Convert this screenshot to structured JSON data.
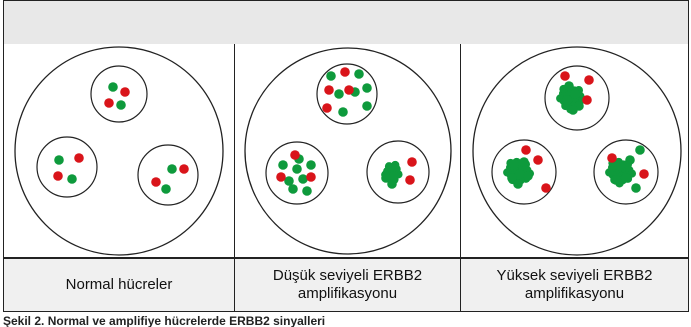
{
  "panels": [
    {
      "label": "Normal hücreler",
      "cells": [
        {
          "green": [
            [
              -6,
              -7
            ],
            [
              2,
              11
            ]
          ],
          "red": [
            [
              6,
              -2
            ],
            [
              -10,
              9
            ]
          ],
          "cluster": 0
        },
        {
          "green": [
            [
              -8,
              -7
            ],
            [
              5,
              12
            ]
          ],
          "red": [
            [
              -9,
              9
            ],
            [
              12,
              -9
            ]
          ],
          "cluster": 0
        },
        {
          "green": [
            [
              4,
              -6
            ],
            [
              -2,
              14
            ]
          ],
          "red": [
            [
              -12,
              7
            ],
            [
              16,
              -6
            ]
          ],
          "cluster": 0
        }
      ]
    },
    {
      "label": "Düşük seviyeli ERBB2\namplifikasyonu",
      "cells": [
        {
          "green": [
            [
              -16,
              -18
            ],
            [
              12,
              -20
            ],
            [
              -8,
              0
            ],
            [
              8,
              -2
            ],
            [
              20,
              -6
            ],
            [
              20,
              12
            ],
            [
              -4,
              18
            ]
          ],
          "red": [
            [
              -2,
              -22
            ],
            [
              -18,
              -4
            ],
            [
              -20,
              14
            ],
            [
              2,
              -4
            ]
          ],
          "cluster": 0
        },
        {
          "green": [
            [
              -14,
              -8
            ],
            [
              0,
              -4
            ],
            [
              14,
              -8
            ],
            [
              -8,
              8
            ],
            [
              6,
              6
            ],
            [
              -4,
              16
            ],
            [
              10,
              18
            ],
            [
              2,
              -14
            ]
          ],
          "red": [
            [
              -16,
              4
            ],
            [
              14,
              4
            ],
            [
              -2,
              -18
            ]
          ],
          "cluster": 0
        },
        {
          "green": [
            [
              -8,
              -4
            ],
            [
              -4,
              4
            ],
            [
              -12,
              6
            ],
            [
              -6,
              12
            ]
          ],
          "red": [
            [
              14,
              -10
            ],
            [
              12,
              8
            ]
          ],
          "cluster": 1
        }
      ]
    },
    {
      "label": "Yüksek seviyeli ERBB2\namplifikasyonu",
      "cells": [
        {
          "green": [
            [
              -8,
              -12
            ],
            [
              -2,
              -4
            ],
            [
              -10,
              2
            ],
            [
              2,
              8
            ],
            [
              -4,
              12
            ]
          ],
          "red": [
            [
              12,
              -18
            ],
            [
              10,
              2
            ],
            [
              -12,
              -22
            ]
          ],
          "cluster": 2
        },
        {
          "green": [
            [
              -10,
              -8
            ],
            [
              -4,
              2
            ],
            [
              -12,
              6
            ],
            [
              -6,
              12
            ],
            [
              0,
              -10
            ],
            [
              4,
              4
            ]
          ],
          "red": [
            [
              2,
              -22
            ],
            [
              22,
              16
            ],
            [
              14,
              -12
            ]
          ],
          "cluster": 2
        },
        {
          "green": [
            [
              -6,
              -6
            ],
            [
              0,
              6
            ],
            [
              -10,
              8
            ],
            [
              10,
              16
            ],
            [
              14,
              -22
            ],
            [
              4,
              -12
            ]
          ],
          "red": [
            [
              18,
              2
            ],
            [
              -14,
              -14
            ]
          ],
          "cluster": 2
        }
      ]
    }
  ],
  "colors": {
    "green": "#0e9a3c",
    "red": "#d9141a",
    "outline": "#222222",
    "header_bg": "#e8e8e8",
    "label_bg": "#f0f0f0"
  },
  "caption": "Şekil 2. Normal ve amplifiye hücrelerde ERBB2 sinyalleri"
}
